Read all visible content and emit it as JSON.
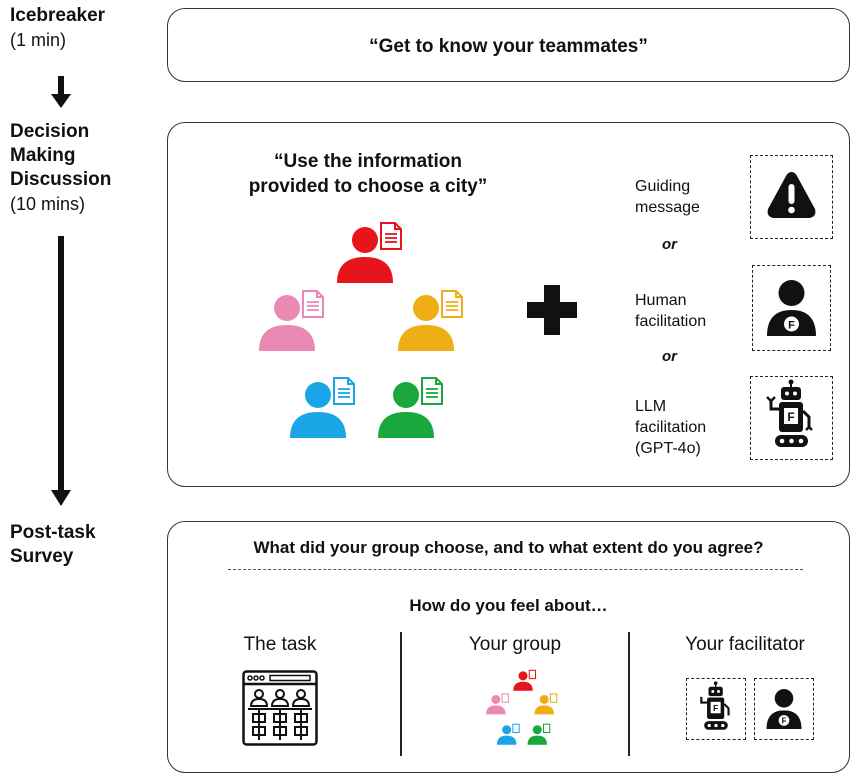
{
  "stages": {
    "icebreaker": {
      "title": "Icebreaker",
      "duration": "(1 min)"
    },
    "decision": {
      "title_lines": [
        "Decision",
        "Making",
        "Discussion"
      ],
      "duration": "(10 mins)"
    },
    "survey": {
      "title_lines": [
        "Post-task",
        "Survey"
      ]
    }
  },
  "icebreaker_box": {
    "prompt": "“Get to know your teammates”"
  },
  "decision_box": {
    "prompt_lines": [
      "“Use the information",
      "provided to choose a city”"
    ],
    "options": [
      {
        "label_lines": [
          "Guiding",
          "message"
        ],
        "icon": "warning-icon"
      },
      {
        "label_lines": [
          "Human",
          "facilitation"
        ],
        "icon": "person-f-icon"
      },
      {
        "label_lines": [
          "LLM",
          "facilitation",
          "(GPT-4o)"
        ],
        "icon": "robot-f-icon"
      }
    ],
    "or_label": "or",
    "participant_colors": [
      "#e8141c",
      "#ea8ab4",
      "#eeae14",
      "#1aa6e6",
      "#1aa73c"
    ],
    "plus_icon": "plus-icon"
  },
  "survey_box": {
    "question": "What did your group choose, and to what extent do you agree?",
    "subhead": "How do you feel about…",
    "columns": [
      {
        "label": "The task",
        "icon": "task-board-icon"
      },
      {
        "label": "Your group",
        "icon": "group-icon"
      },
      {
        "label": "Your facilitator",
        "icon": "facilitator-icons"
      }
    ]
  }
}
